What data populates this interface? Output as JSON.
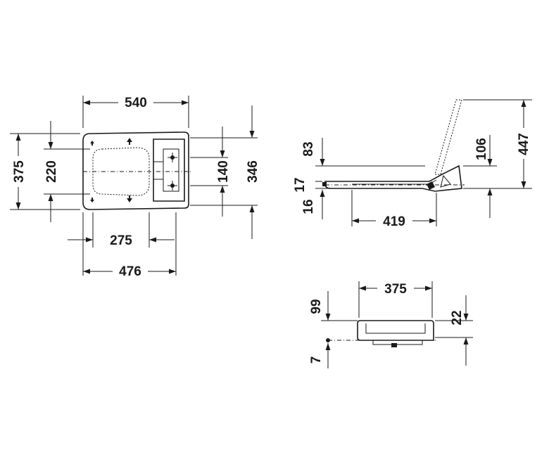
{
  "top_view": {
    "width_overall": "540",
    "width_seat": "476",
    "width_inner": "275",
    "depth_overall": "375",
    "depth_inner": "220",
    "hinge_spacing": "140",
    "depth_seat": "346"
  },
  "side_view": {
    "height_open": "447",
    "hinge_height": "106",
    "lid_top": "83",
    "seat_thickness": "17",
    "bumper_height": "16",
    "length": "419"
  },
  "front_view": {
    "width": "375",
    "height_above": "99",
    "seat_height": "22",
    "gap": "7"
  }
}
